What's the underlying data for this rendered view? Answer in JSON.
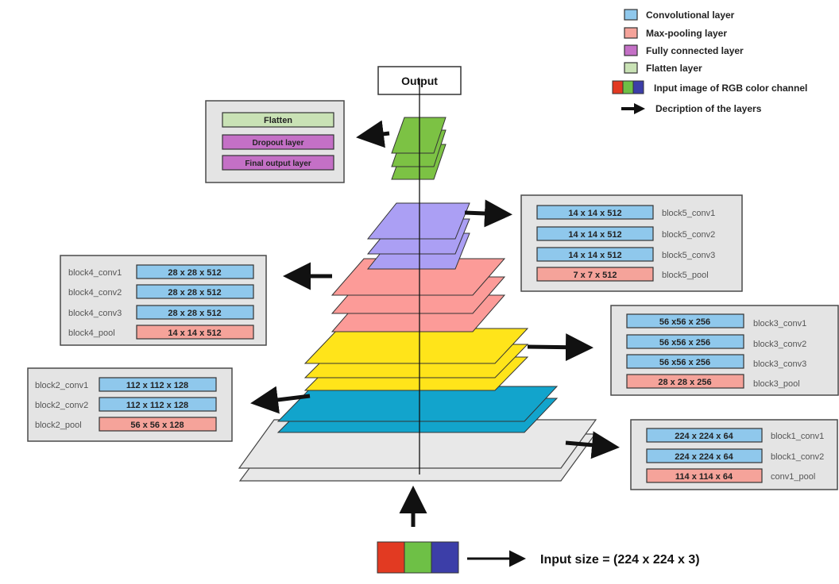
{
  "colors": {
    "conv": "#8fc8ec",
    "pool": "#f5a39a",
    "fc": "#c470c6",
    "flatten": "#c9e2b5",
    "panel": "#e4e4e4",
    "panel_border": "#4a4a4a",
    "layer_gray": "#e8e8e8",
    "layer_blue": "#12a4cc",
    "layer_yellow": "#ffe41a",
    "layer_salmon": "#fc9b98",
    "layer_violet": "#ab9ff4",
    "layer_green": "#7cc244",
    "rgb_red": "#e23a22",
    "rgb_green": "#6ec046",
    "rgb_blue": "#3c3ea8"
  },
  "legend": {
    "conv": "Convolutional layer",
    "pool": "Max-pooling layer",
    "fc": "Fully connected layer",
    "flatten": "Flatten layer",
    "input": "Input image of RGB color channel",
    "desc": "Decription of the layers"
  },
  "output_label": "Output",
  "input_size": "Input size = (224 x 224 x 3)",
  "top_panel": {
    "flatten": "Flatten",
    "dropout": "Dropout layer",
    "final": "Final output layer"
  },
  "block1": {
    "rows": [
      {
        "shape": "224 x 224 x 64",
        "name": "block1_conv1",
        "kind": "conv"
      },
      {
        "shape": "224 x 224 x 64",
        "name": "block1_conv2",
        "kind": "conv"
      },
      {
        "shape": "114 x 114 x 64",
        "name": "conv1_pool",
        "kind": "pool"
      }
    ]
  },
  "block2": {
    "rows": [
      {
        "shape": "112 x 112 x 128",
        "name": "block2_conv1",
        "kind": "conv"
      },
      {
        "shape": "112 x 112 x 128",
        "name": "block2_conv2",
        "kind": "conv"
      },
      {
        "shape": "56 x 56 x 128",
        "name": "block2_pool",
        "kind": "pool"
      }
    ]
  },
  "block3": {
    "rows": [
      {
        "shape": "56 x56 x 256",
        "name": "block3_conv1",
        "kind": "conv"
      },
      {
        "shape": "56 x56 x 256",
        "name": "block3_conv2",
        "kind": "conv"
      },
      {
        "shape": "56 x56 x 256",
        "name": "block3_conv3",
        "kind": "conv"
      },
      {
        "shape": "28 x 28 x 256",
        "name": "block3_pool",
        "kind": "pool"
      }
    ]
  },
  "block4": {
    "rows": [
      {
        "shape": "28 x 28 x 512",
        "name": "block4_conv1",
        "kind": "conv"
      },
      {
        "shape": "28 x 28 x 512",
        "name": "block4_conv2",
        "kind": "conv"
      },
      {
        "shape": "28 x 28 x 512",
        "name": "block4_conv3",
        "kind": "conv"
      },
      {
        "shape": "14 x 14 x 512",
        "name": "block4_pool",
        "kind": "pool"
      }
    ]
  },
  "block5": {
    "rows": [
      {
        "shape": "14 x 14 x 512",
        "name": "block5_conv1",
        "kind": "conv"
      },
      {
        "shape": "14 x 14 x 512",
        "name": "block5_conv2",
        "kind": "conv"
      },
      {
        "shape": "14 x 14 x 512",
        "name": "block5_conv3",
        "kind": "conv"
      },
      {
        "shape": "7 x 7 x 512",
        "name": "block5_pool",
        "kind": "pool"
      }
    ]
  }
}
